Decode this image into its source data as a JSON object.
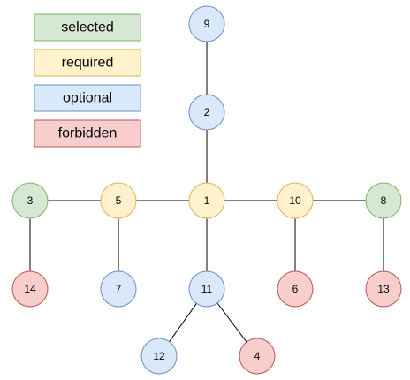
{
  "legend": [
    {
      "id": "selected",
      "label": "selected",
      "fill": "#d5e8d4",
      "stroke": "#82b366"
    },
    {
      "id": "required",
      "label": "required",
      "fill": "#fff2cc",
      "stroke": "#d6b656"
    },
    {
      "id": "optional",
      "label": "optional",
      "fill": "#dae8fc",
      "stroke": "#6c8ebf"
    },
    {
      "id": "forbidden",
      "label": "forbidden",
      "fill": "#f8cecc",
      "stroke": "#b85450"
    }
  ],
  "nodes": [
    {
      "id": "9",
      "label": "9",
      "status": "optional"
    },
    {
      "id": "2",
      "label": "2",
      "status": "optional"
    },
    {
      "id": "3",
      "label": "3",
      "status": "selected"
    },
    {
      "id": "5",
      "label": "5",
      "status": "required"
    },
    {
      "id": "1",
      "label": "1",
      "status": "required"
    },
    {
      "id": "10",
      "label": "10",
      "status": "required"
    },
    {
      "id": "8",
      "label": "8",
      "status": "selected"
    },
    {
      "id": "14",
      "label": "14",
      "status": "forbidden"
    },
    {
      "id": "7",
      "label": "7",
      "status": "optional"
    },
    {
      "id": "11",
      "label": "11",
      "status": "optional"
    },
    {
      "id": "6",
      "label": "6",
      "status": "forbidden"
    },
    {
      "id": "13",
      "label": "13",
      "status": "forbidden"
    },
    {
      "id": "12",
      "label": "12",
      "status": "optional"
    },
    {
      "id": "4",
      "label": "4",
      "status": "forbidden"
    }
  ],
  "edges": [
    [
      "9",
      "2"
    ],
    [
      "2",
      "1"
    ],
    [
      "3",
      "5"
    ],
    [
      "5",
      "1"
    ],
    [
      "1",
      "10"
    ],
    [
      "10",
      "8"
    ],
    [
      "3",
      "14"
    ],
    [
      "5",
      "7"
    ],
    [
      "1",
      "11"
    ],
    [
      "10",
      "6"
    ],
    [
      "8",
      "13"
    ],
    [
      "11",
      "12"
    ],
    [
      "11",
      "4"
    ]
  ]
}
